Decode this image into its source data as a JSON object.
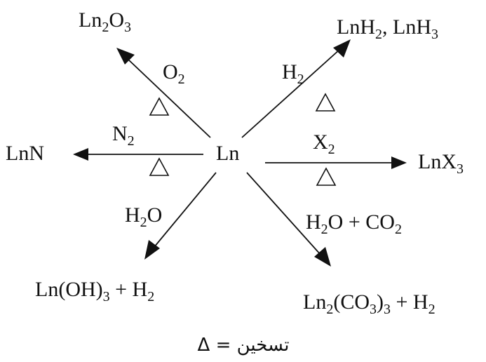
{
  "center": {
    "label": "Ln"
  },
  "products": {
    "ln2o3": [
      {
        "t": "Ln"
      },
      {
        "t": "2",
        "sub": true
      },
      {
        "t": "O"
      },
      {
        "t": "3",
        "sub": true
      }
    ],
    "lnh2": [
      {
        "t": "LnH"
      },
      {
        "t": "2",
        "sub": true
      },
      {
        "t": ", LnH"
      },
      {
        "t": "3",
        "sub": true
      }
    ],
    "lnn": [
      {
        "t": "LnN"
      }
    ],
    "lnx3": [
      {
        "t": "LnX"
      },
      {
        "t": "3",
        "sub": true
      }
    ],
    "lnoh3": [
      {
        "t": "Ln(OH)"
      },
      {
        "t": "3",
        "sub": true
      },
      {
        "t": " + H"
      },
      {
        "t": "2",
        "sub": true
      }
    ],
    "lnco3": [
      {
        "t": "Ln"
      },
      {
        "t": "2",
        "sub": true
      },
      {
        "t": "(CO"
      },
      {
        "t": "3",
        "sub": true
      },
      {
        "t": ")"
      },
      {
        "t": "3",
        "sub": true
      },
      {
        "t": " + H"
      },
      {
        "t": "2",
        "sub": true
      }
    ]
  },
  "reagents": {
    "o2": [
      {
        "t": "O"
      },
      {
        "t": "2",
        "sub": true
      }
    ],
    "h2": [
      {
        "t": "H"
      },
      {
        "t": "2",
        "sub": true
      }
    ],
    "n2": [
      {
        "t": "N"
      },
      {
        "t": "2",
        "sub": true
      }
    ],
    "x2": [
      {
        "t": "X"
      },
      {
        "t": "2",
        "sub": true
      }
    ],
    "h2o": [
      {
        "t": "H"
      },
      {
        "t": "2",
        "sub": true
      },
      {
        "t": "O"
      }
    ],
    "h2oco2": [
      {
        "t": "H"
      },
      {
        "t": "2",
        "sub": true
      },
      {
        "t": "O + CO"
      },
      {
        "t": "2",
        "sub": true
      }
    ]
  },
  "legend": {
    "text": "Δ = تسخين"
  }
}
